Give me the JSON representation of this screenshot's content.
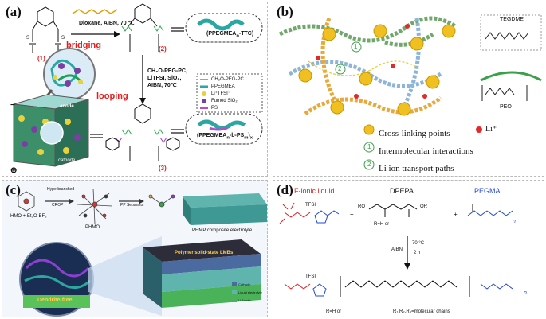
{
  "panel_a": {
    "tag": "(a)",
    "reagents_top": "Dioxane, AIBN, 70 ℃",
    "bridging": "bridging",
    "looping": "looping",
    "anode": "anode",
    "cathode": "cathode",
    "comp1": "(1)",
    "comp2": "(2)",
    "comp3": "(3)",
    "reagents_mid_1": "CH₃O-PEG-PC,",
    "reagents_mid_2": "LiTFSI, SiO₂,",
    "reagents_mid_3": "AIBN, 70℃",
    "polymer1": "(PPEGMEA",
    "polymer1b": "-TTC)",
    "polymer1_sub": "n",
    "polymer2": "(PPEGMEA",
    "polymer2b": "-b-PS",
    "polymer2c": ")",
    "polymer2_sub1": "n",
    "polymer2_sub2": "m",
    "polymer2_sub3": "x",
    "legend": [
      "CH₃O-PEG-PC",
      "PPEGMEA",
      "Li⁺TFSI⁻",
      "Fumed SiO₂",
      "PS"
    ]
  },
  "panel_b": {
    "tag": "(b)",
    "tegdme": "TEGDME",
    "peo": "PEO",
    "li": "Li⁺",
    "num1": "1",
    "num2": "2",
    "legend": [
      "Cross-linking points",
      "Intermolecular interactions",
      "Li ion transport paths"
    ]
  },
  "panel_c": {
    "tag": "(c)",
    "hyperbranched": "Hyperbranched",
    "crop": "CROP",
    "pp": "PP Separator",
    "phmo": "PHMO",
    "hmo": "HMO + Et₂O·BF₃",
    "composite": "PHMP composite electrolyte",
    "lmb": "Polymer solid-state LMBs",
    "dendrite": "Dendrite-free",
    "cathode": "Cathode",
    "liquid": "Liquid electrolyte",
    "lianode": "Li Anode"
  },
  "panel_d": {
    "tag": "(d)",
    "title1": "F-ionic liquid",
    "title2": "DPEPA",
    "title3": "PEGMA",
    "tfsi": "TFSI",
    "r_def": "R=H or",
    "cond1": "AIBN",
    "cond2": "70 °C",
    "cond3": "2 h",
    "ro": "RO",
    "or": "OR",
    "n": "n",
    "bottom": "R=H or",
    "bottom2": "R₁,R₂,R₃=molecular chains",
    "plus": "+"
  },
  "colors": {
    "red": "#e21d1d",
    "blue": "#2347d6",
    "green": "#3aa14a",
    "teal": "#2aa7a0"
  }
}
